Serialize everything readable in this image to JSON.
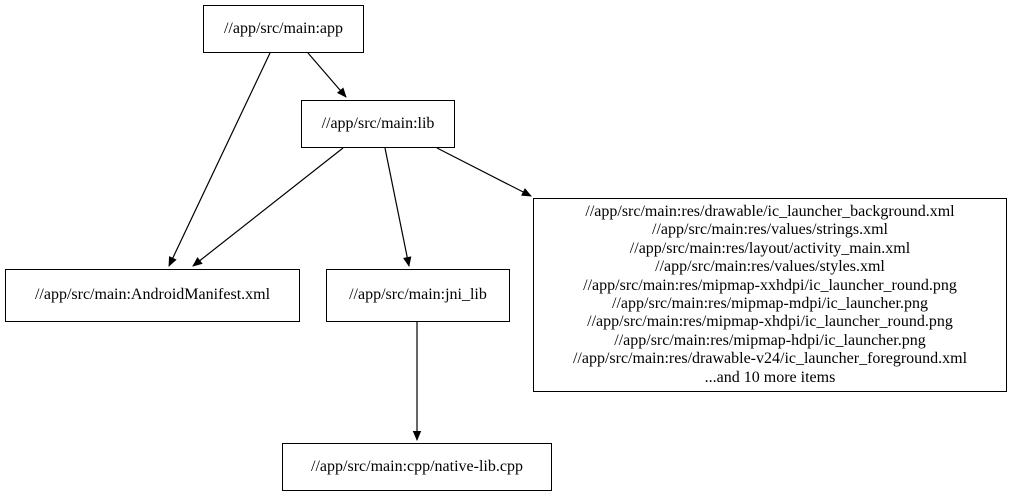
{
  "graph": {
    "background": "#ffffff",
    "colors": {
      "node_border": "#000000",
      "node_fill": "#ffffff",
      "edge": "#000000",
      "text": "#000000"
    },
    "nodes": {
      "app": {
        "label": "//app/src/main:app"
      },
      "lib": {
        "label": "//app/src/main:lib"
      },
      "manifest": {
        "label": "//app/src/main:AndroidManifest.xml"
      },
      "jni_lib": {
        "label": "//app/src/main:jni_lib"
      },
      "resources": {
        "lines": [
          "//app/src/main:res/drawable/ic_launcher_background.xml",
          "//app/src/main:res/values/strings.xml",
          "//app/src/main:res/layout/activity_main.xml",
          "//app/src/main:res/values/styles.xml",
          "//app/src/main:res/mipmap-xxhdpi/ic_launcher_round.png",
          "//app/src/main:res/mipmap-mdpi/ic_launcher.png",
          "//app/src/main:res/mipmap-xhdpi/ic_launcher_round.png",
          "//app/src/main:res/mipmap-hdpi/ic_launcher.png",
          "//app/src/main:res/drawable-v24/ic_launcher_foreground.xml",
          "...and 10 more items"
        ]
      },
      "native_lib_cpp": {
        "label": "//app/src/main:cpp/native-lib.cpp"
      }
    },
    "edges": [
      {
        "from": "app",
        "to": "lib"
      },
      {
        "from": "app",
        "to": "manifest"
      },
      {
        "from": "lib",
        "to": "manifest"
      },
      {
        "from": "lib",
        "to": "jni_lib"
      },
      {
        "from": "lib",
        "to": "resources"
      },
      {
        "from": "jni_lib",
        "to": "native_lib_cpp"
      }
    ]
  }
}
